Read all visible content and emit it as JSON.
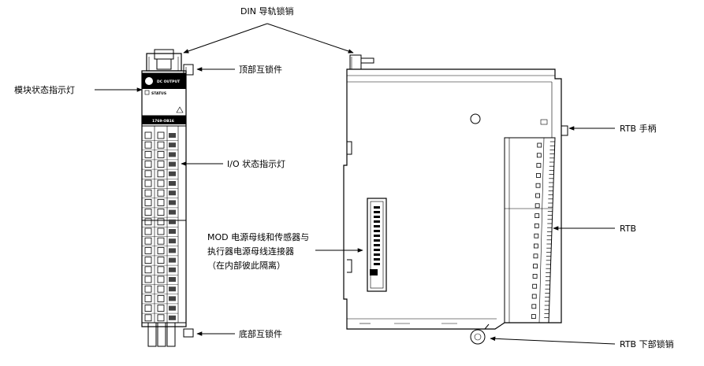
{
  "labels": {
    "din_rail_latch": "DIN 导轨锁销",
    "top_interlock": "顶部互锁件",
    "module_status_indicator": "模块状态指示灯",
    "io_status_indicator": "I/O 状态指示灯",
    "mod_bus_line1": "MOD 电源母线和传感器与",
    "mod_bus_line2": "执行器电源母线连接器",
    "mod_bus_line3": "（在内部彼此隔离）",
    "bottom_interlock": "底部互锁件",
    "rtb_handle": "RTB 手柄",
    "rtb": "RTB",
    "rtb_lower_latch": "RTB 下部锁销"
  },
  "module_face": {
    "dc_output": "DC OUTPUT",
    "status": "STATUS",
    "catalog": "1769-OB16"
  }
}
